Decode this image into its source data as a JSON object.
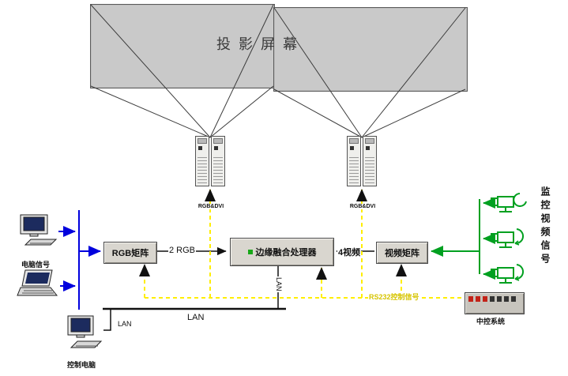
{
  "title": {
    "screen": "投影屏幕"
  },
  "nodes": {
    "rgb_matrix": {
      "label": "RGB矩阵"
    },
    "edge_processor": {
      "label": "边缘融合处理器"
    },
    "video_matrix": {
      "label": "视频矩阵"
    },
    "central_control": {
      "label": "中控系统"
    }
  },
  "labels": {
    "rgb_dvi_left": "RGB&DVI",
    "rgb_dvi_right": "RGB&DVI",
    "rgb_count": "2 RGB",
    "video_count": "4视频",
    "lan_bottom": "LAN",
    "lan_control_pc": "LAN",
    "lan_processor": "LAN",
    "rs232": "RS232控制信号",
    "computer_signal": "电脑信号",
    "control_computer": "控制电脑",
    "surveillance_signal": "监控视频信号"
  },
  "colors": {
    "screen_fill": "#c9c9c9",
    "rgb_signal_line": "#0000dd",
    "video_signal_line": "#00a020",
    "control_signal_line": "#ffee00",
    "rs232_text": "#d6c400"
  }
}
